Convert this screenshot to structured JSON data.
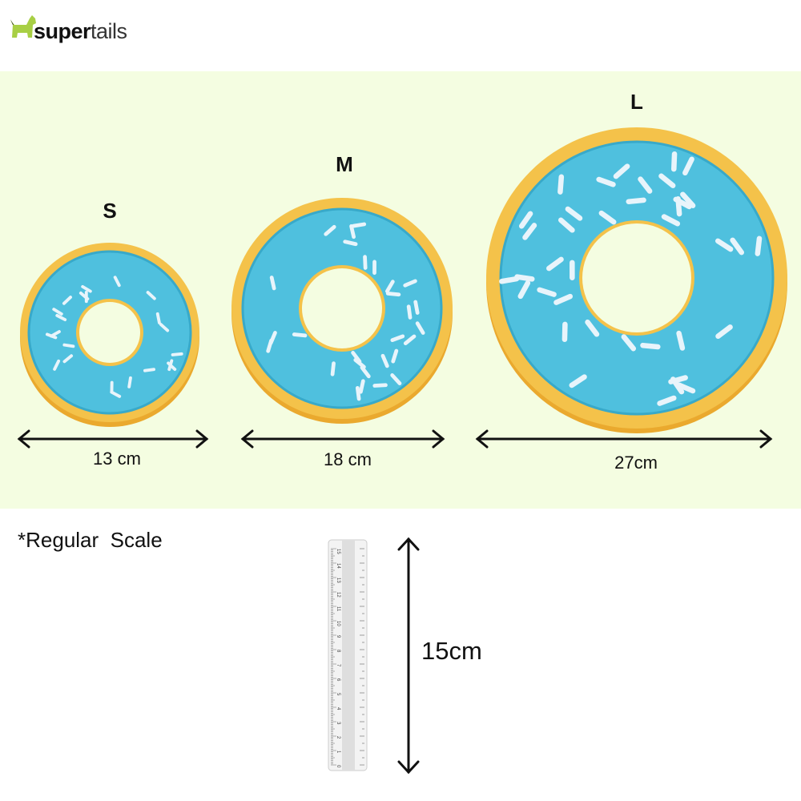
{
  "brand": {
    "name_bold": "super",
    "name_light": "tails",
    "logo_color": "#a8cf45"
  },
  "band_color": "#f4fde1",
  "products": [
    {
      "size": "S",
      "dimension": "13 cm"
    },
    {
      "size": "M",
      "dimension": "18 cm"
    },
    {
      "size": "L",
      "dimension": "27cm"
    }
  ],
  "scale_note": "*Regular  Scale",
  "ruler": {
    "length_label": "15cm",
    "max_mark": 15
  },
  "colors": {
    "icing": "#4fc0de",
    "dough": "#f4c24a",
    "sprinkle": "#e8f4fb"
  }
}
